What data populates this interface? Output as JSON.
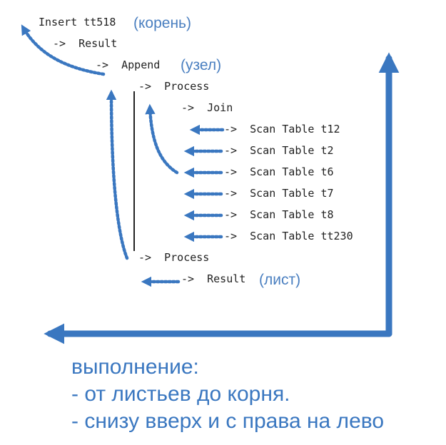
{
  "plan": {
    "root_line": "Insert tt518",
    "root_note": "(корень)",
    "result_line": "->  Result",
    "append_line": "->  Append",
    "append_note": "(узел)",
    "process1_line": "->  Process",
    "join_line": "->  Join",
    "scans": [
      "->  Scan Table t12",
      "->  Scan Table t2",
      "->  Scan Table t6",
      "->  Scan Table t7",
      "->  Scan Table t8",
      "->  Scan Table tt230"
    ],
    "process2_line": "->  Process",
    "leaf_result_line": "->  Result",
    "leaf_note": "(лист)"
  },
  "caption": {
    "line1": "выполнение:",
    "line2": "- от листьев до корня.",
    "line3": "- снизу вверх и с права на лево"
  },
  "colors": {
    "arrow": "#3a77c0",
    "text": "#222222",
    "note": "#4a7fc0"
  }
}
